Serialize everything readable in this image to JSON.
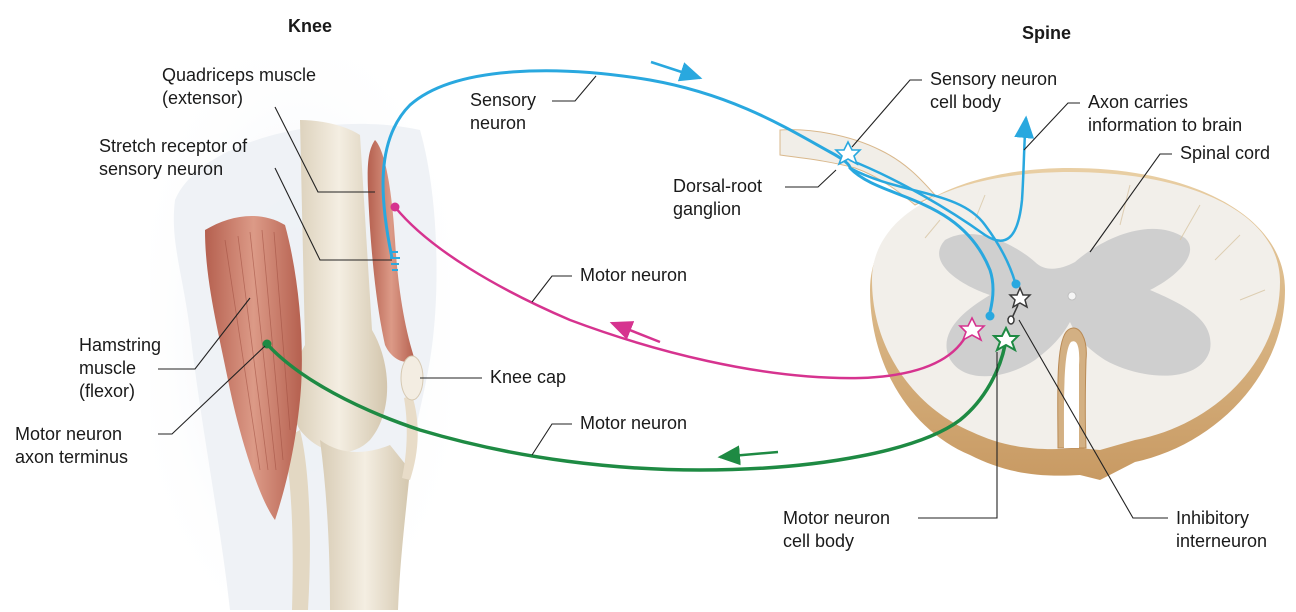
{
  "titles": {
    "knee": "Knee",
    "spine": "Spine"
  },
  "labels": {
    "quadriceps": [
      "Quadriceps muscle",
      "(extensor)"
    ],
    "stretch_receptor": [
      "Stretch receptor of",
      "sensory neuron"
    ],
    "hamstring": [
      "Hamstring",
      "muscle",
      "(flexor)"
    ],
    "motor_terminus": [
      "Motor neuron",
      "axon terminus"
    ],
    "sensory_neuron": [
      "Sensory",
      "neuron"
    ],
    "motor_neuron_upper": "Motor neuron",
    "knee_cap": "Knee cap",
    "motor_neuron_lower": "Motor neuron",
    "sensory_cell_body": [
      "Sensory neuron",
      "cell body"
    ],
    "dorsal_root": [
      "Dorsal-root",
      "ganglion"
    ],
    "axon_brain": [
      "Axon carries",
      "information to brain"
    ],
    "spinal_cord": "Spinal cord",
    "motor_cell_body": [
      "Motor neuron",
      "cell body"
    ],
    "inhibitory": [
      "Inhibitory",
      "interneuron"
    ]
  },
  "colors": {
    "sensory": "#29a8df",
    "motor_extensor": "#d6338f",
    "motor_flexor": "#1e8a43",
    "inhibitory": "#3a3a3a",
    "muscle": "#c9786a",
    "bone": "#ece3d2",
    "cord_white": "#f2efea",
    "cord_gray": "#cfcfcf",
    "cord_edge": "#d9b88c",
    "leader": "#222222"
  }
}
